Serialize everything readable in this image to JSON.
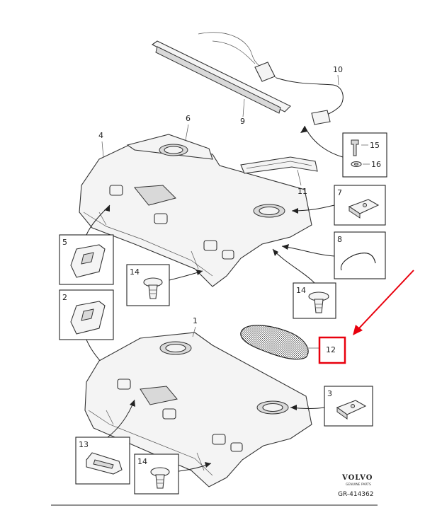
{
  "callouts": {
    "c1": "1",
    "c2": "2",
    "c3": "3",
    "c4": "4",
    "c5": "5",
    "c6": "6",
    "c7": "7",
    "c8": "8",
    "c9": "9",
    "c10": "10",
    "c11": "11",
    "c12": "12",
    "c13": "13",
    "c14a": "14",
    "c14b": "14",
    "c14c": "14",
    "c15": "15",
    "c16": "16"
  },
  "brand": {
    "name": "VOLVO",
    "subtitle": "GENUINE PARTS"
  },
  "reference": "GR-414362",
  "colors": {
    "highlight": "#e8000d",
    "ink": "#222222"
  }
}
